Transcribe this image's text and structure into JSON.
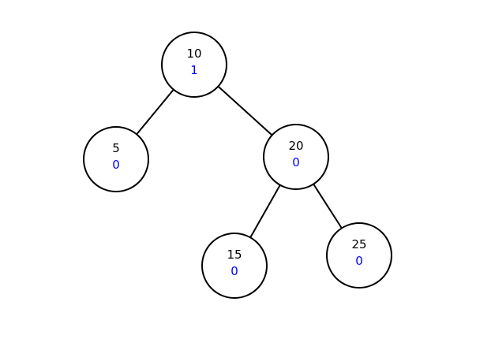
{
  "diagram": {
    "type": "binary-tree",
    "colors": {
      "background": "#ffffff",
      "node_fill": "#ffffff",
      "node_stroke": "#000000",
      "edge": "#000000",
      "value_text": "#000000",
      "annotation_text": "#0000ff"
    },
    "nodes": [
      {
        "id": "10",
        "value": "10",
        "annotation": "1"
      },
      {
        "id": "5",
        "value": "5",
        "annotation": "0"
      },
      {
        "id": "20",
        "value": "20",
        "annotation": "0"
      },
      {
        "id": "15",
        "value": "15",
        "annotation": "0"
      },
      {
        "id": "25",
        "value": "25",
        "annotation": "0"
      }
    ],
    "edges": [
      {
        "from": "10",
        "to": "5"
      },
      {
        "from": "10",
        "to": "20"
      },
      {
        "from": "20",
        "to": "15"
      },
      {
        "from": "20",
        "to": "25"
      }
    ]
  }
}
